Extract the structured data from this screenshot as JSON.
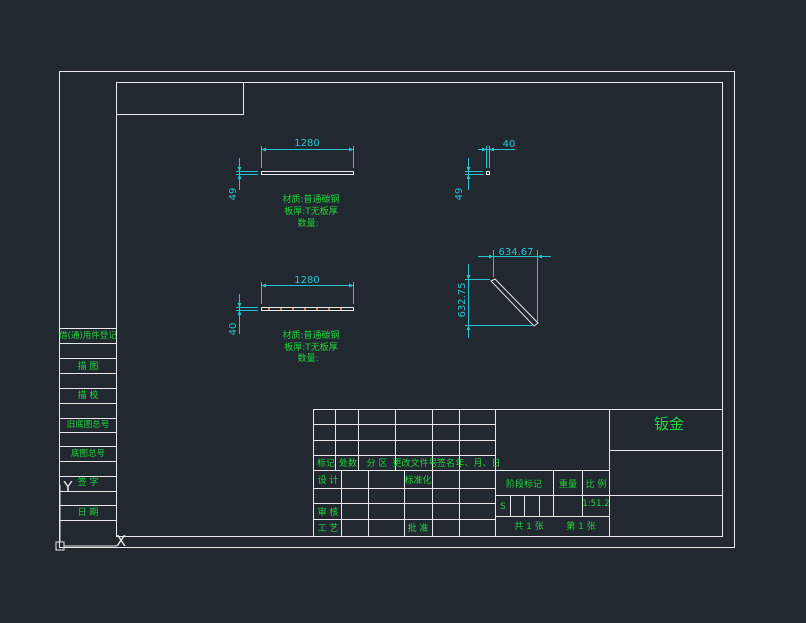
{
  "colors": {
    "background": "#212830",
    "frame": "#e8e8e8",
    "dimension": "#27c3d2",
    "text": "#20d43a"
  },
  "part_a": {
    "length": "1280",
    "height": "49",
    "material": "材质:普通碳钢",
    "thickness": "板厚:T无板厚",
    "quantity": "数量:"
  },
  "part_b": {
    "length": "1280",
    "height": "40",
    "material": "材质:普通碳钢",
    "thickness": "板厚:T无板厚",
    "quantity": "数量:"
  },
  "part_c": {
    "width": "40",
    "height": "49"
  },
  "part_d": {
    "width": "634.67",
    "height": "632.75"
  },
  "side_table": [
    "借(通)用件登记",
    "描 图",
    "描 校",
    "旧底图总号",
    "底图总号",
    "签 字",
    "日 期"
  ],
  "title_block": {
    "drawing_name": "钣金",
    "h_mark": "标记",
    "h_count": "处数",
    "h_zone": "分 区",
    "h_change_doc": "更改文件号",
    "h_sign": "签名",
    "h_date": "年、月、日",
    "design": "设 计",
    "standardize": "标准化",
    "review": "审 核",
    "process": "工 艺",
    "approve": "批 准",
    "stage_mark": "阶段标记",
    "weight": "重量",
    "scale": "比 例",
    "stage_s": "S",
    "scale_value": "1:51.2",
    "sheets_total": "共 1 张",
    "sheet_no": "第 1 张"
  },
  "ucs": {
    "y_label": "Y",
    "x_label": "X"
  }
}
